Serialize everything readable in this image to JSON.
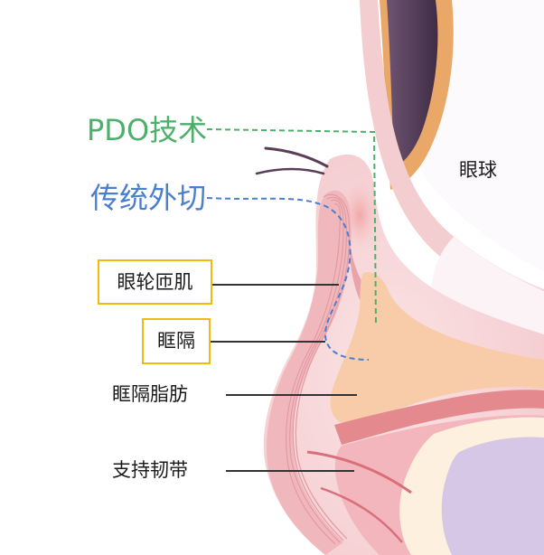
{
  "labels": {
    "pdo": "PDO技术",
    "traditional": "传统外切",
    "eyeball": "眼球",
    "orbicularis": "眼轮匝肌",
    "septum": "眶隔",
    "septal_fat": "眶隔脂肪",
    "ligament": "支持韧带"
  },
  "colors": {
    "pdo": "#4caf6a",
    "traditional": "#4a7fd0",
    "highlight_box": "#f2b90f",
    "leader_line": "#333333"
  }
}
